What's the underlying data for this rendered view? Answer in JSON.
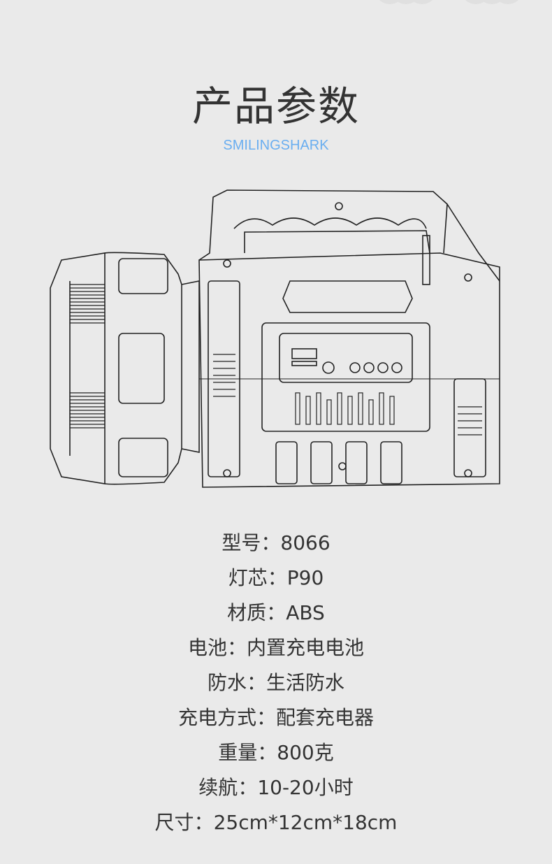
{
  "header": {
    "title": "产品参数",
    "brand": "SMILINGSHARK"
  },
  "product_drawing": {
    "icon": "flashlight-line-drawing"
  },
  "specs": [
    {
      "label": "型号",
      "value": "8066"
    },
    {
      "label": "灯芯",
      "value": "P90"
    },
    {
      "label": "材质",
      "value": "ABS"
    },
    {
      "label": "电池",
      "value": "内置充电电池"
    },
    {
      "label": "防水",
      "value": "生活防水"
    },
    {
      "label": "充电方式",
      "value": "配套充电器"
    },
    {
      "label": "重量",
      "value": "800克"
    },
    {
      "label": "续航",
      "value": "10-20小时"
    },
    {
      "label": "尺寸",
      "value": "25cm*12cm*18cm"
    }
  ],
  "colors": {
    "background": "#eaeaea",
    "brand": "#6aaef0",
    "text": "#333333"
  }
}
